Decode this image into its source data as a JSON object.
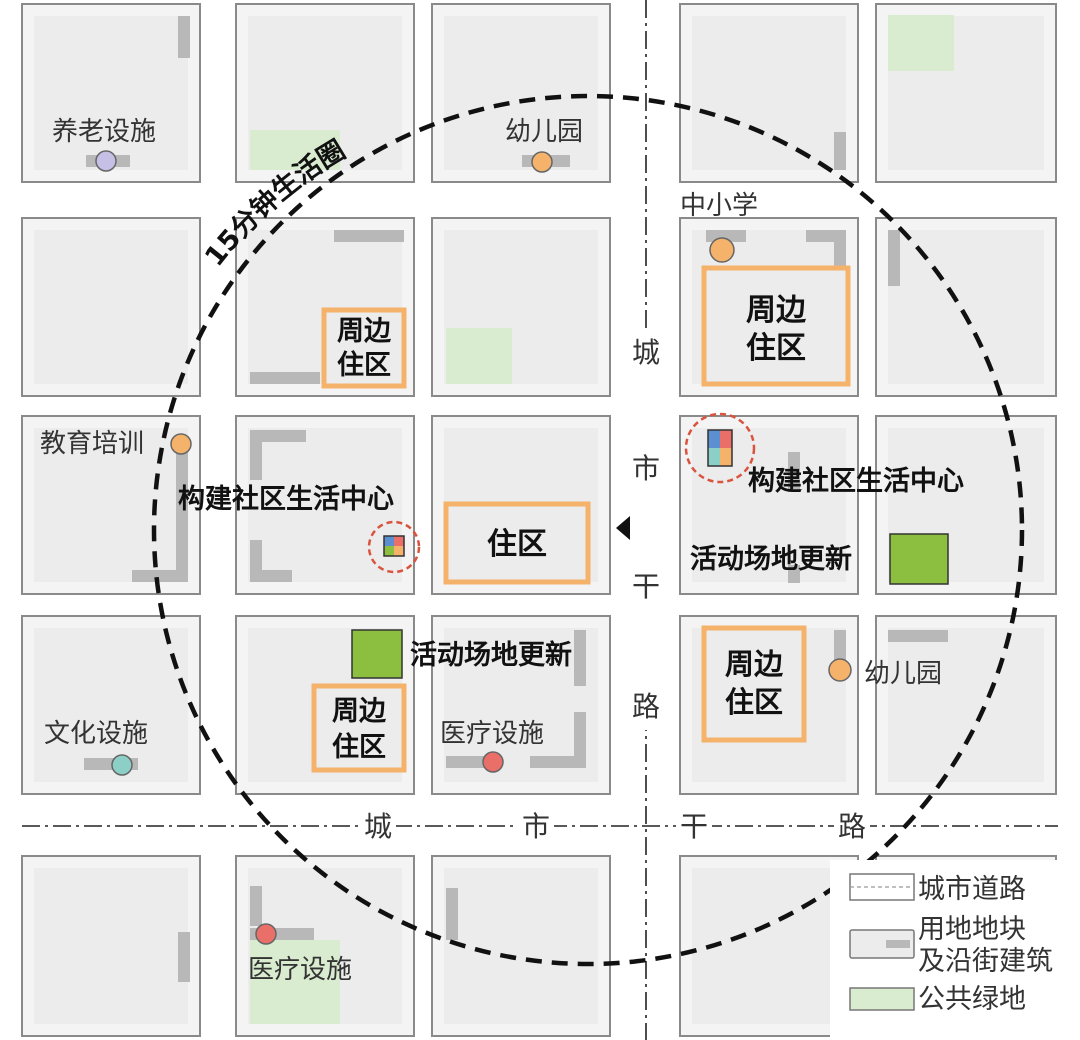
{
  "colors": {
    "block_outer": "#f4f4f4",
    "block_stroke": "#8a8a8a",
    "block_inner": "#ececec",
    "building": "#b8b8b8",
    "green_space": "#d9ecd0",
    "residential_border": "#f5b26b",
    "activity": "#8cbf3f",
    "circle": "#111111",
    "marker_orange": "#f5b26b",
    "marker_purple": "#c7c0e6",
    "marker_teal": "#8ccfc6",
    "marker_red": "#ea6f68",
    "center_ring": "#d9533e"
  },
  "circle": {
    "label": "15分钟生活圈"
  },
  "roads": {
    "vertical_chars": [
      "城",
      "市",
      "干",
      "路"
    ],
    "horizontal_chars": [
      "城",
      "市",
      "干",
      "路"
    ]
  },
  "facilities": {
    "elderly": "养老设施",
    "kindergarten_top": "幼儿园",
    "school": "中小学",
    "education": "教育培训",
    "culture": "文化设施",
    "medical_mid": "医疗设施",
    "kindergarten_right": "幼儿园",
    "medical_bottom": "医疗设施"
  },
  "residential": {
    "peripheral": "周边\n住区",
    "core": "住区"
  },
  "actions": {
    "center_left": "构建社区生活中心",
    "center_right": "构建社区生活中心",
    "activity_left": "活动场地更新",
    "activity_right": "活动场地更新"
  },
  "legend": {
    "road": "城市道路",
    "plot_line1": "用地地块",
    "plot_line2": "及沿街建筑",
    "green": "公共绿地"
  }
}
